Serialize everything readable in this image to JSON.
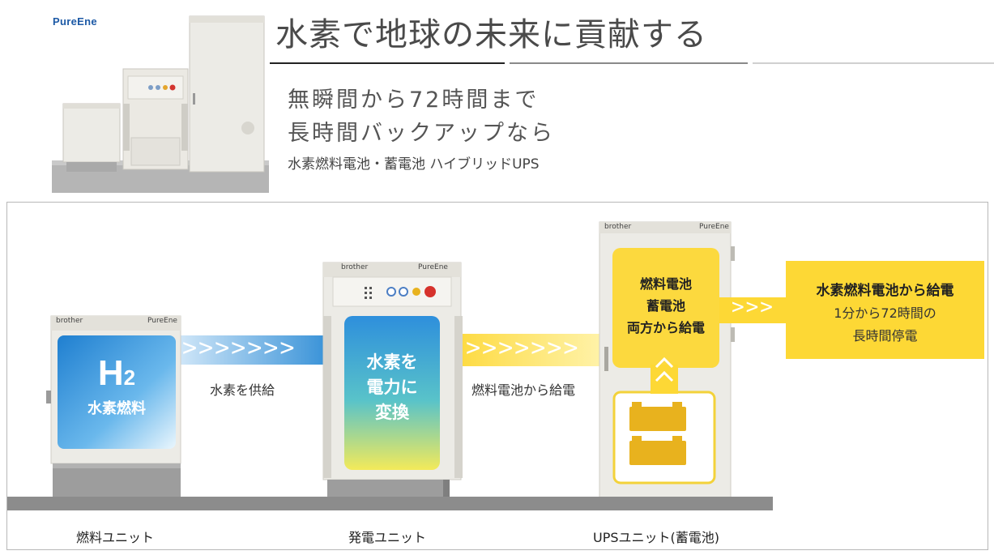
{
  "header": {
    "brand": "PureEne",
    "headline": "水素で地球の未来に貢献する",
    "line1": "無瞬間から72時間まで",
    "line2": "長時間バックアップなら",
    "line3": "水素燃料電池・蓄電池 ハイブリッドUPS"
  },
  "units": {
    "fuel": {
      "brand": "brother",
      "model": "PureEne",
      "h2": "H2",
      "h2_main": "H",
      "h2_sub": "2",
      "label": "水素燃料",
      "caption": "燃料ユニット"
    },
    "generator": {
      "brand": "brother",
      "model": "PureEne",
      "label_lines": [
        "水素を",
        "電力に",
        "変換"
      ],
      "caption": "発電ユニット"
    },
    "ups": {
      "brand": "brother",
      "model": "PureEne",
      "label_lines": [
        "燃料電池",
        "蓄電池",
        "両方から給電"
      ],
      "caption": "UPSユニット(蓄電池)"
    }
  },
  "flows": {
    "hydrogen": "水素を供給",
    "power": "燃料電池から給電"
  },
  "callout": {
    "title": "水素燃料電池から給電",
    "line1": "1分から72時間の",
    "line2": "長時間停電"
  },
  "colors": {
    "headline": "#4a4a4a",
    "hydrogen_blue": "#3a93d8",
    "power_yellow": "#fdd835",
    "cabinet": "#ece9e1",
    "ground": "#8c8c8c"
  }
}
